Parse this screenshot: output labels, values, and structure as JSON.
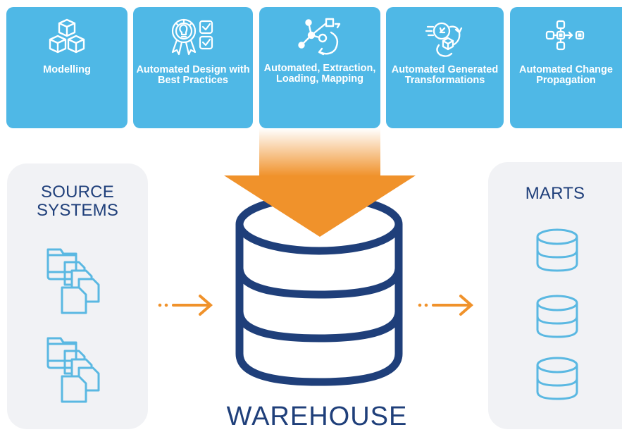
{
  "tiles": [
    {
      "label": "Modelling",
      "icon": "cubes-icon"
    },
    {
      "label": "Automated Design with Best Practices",
      "icon": "best-practice-icon"
    },
    {
      "label": "Automated, Extraction, Loading, Mapping",
      "icon": "data-flow-icon"
    },
    {
      "label": "Automated Generated Transformations",
      "icon": "transform-icon"
    },
    {
      "label": "Automated Change Propagation",
      "icon": "propagation-icon"
    }
  ],
  "source": {
    "title_line1": "SOURCE",
    "title_line2": "SYSTEMS"
  },
  "marts": {
    "title": "MARTS"
  },
  "warehouse": {
    "label": "WAREHOUSE"
  },
  "colors": {
    "tile_blue": "#4fb8e6",
    "navy": "#1f3f7a",
    "orange": "#f0922b",
    "panel_gray": "#f1f2f5",
    "icon_blue": "#5ab8e2"
  }
}
